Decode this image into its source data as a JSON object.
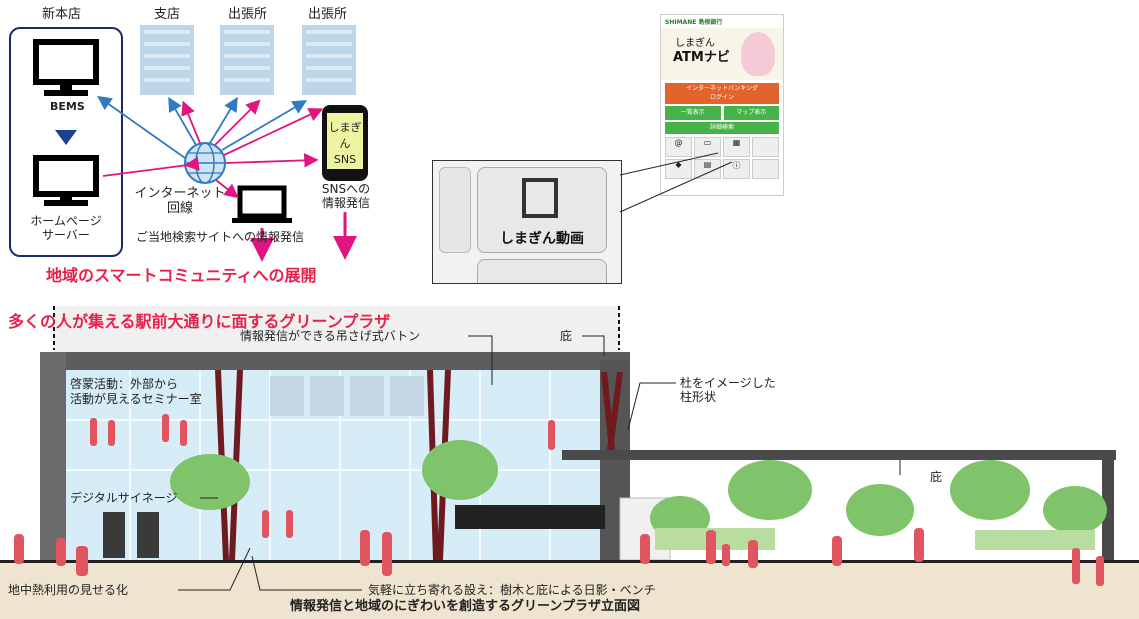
{
  "network": {
    "main_office": "新本店",
    "branch": "支店",
    "outpost1": "出張所",
    "outpost2": "出張所",
    "bems": "BEMS",
    "homepage_server": "ホームページ\nサーバー",
    "internet": "インターネット\n回線",
    "sns_screen": "しまぎん\nSNS",
    "sns_label": "SNSへの\n情報発信",
    "local_search": "ご当地検索サイトへの情報発信",
    "smart_community": "地域のスマートコミュニティへの展開"
  },
  "phone_app": {
    "brand": "SHIMANE 島根銀行",
    "app_title_1": "しまぎん",
    "app_title_2": "ATMナビ",
    "btn_internet_banking": "インターネットバンキング\nログイン",
    "btn_list": "一覧表示",
    "btn_map": "マップ表示",
    "btn_search": "詳細検索",
    "zoom_label": "しまぎん動画"
  },
  "elevation": {
    "heading": "多くの人が集える駅前大通りに面するグリーンプラザ",
    "batten": "情報発信ができる吊さげ式バトン",
    "eaves_top": "庇",
    "pillar": "杜をイメージした\n柱形状",
    "seminar": "啓蒙活動：外部から\n活動が見えるセミナー室",
    "signage": "デジタルサイネージ",
    "eaves_right": "庇",
    "geothermal": "地中熱利用の見せる化",
    "bench": "気軽に立ち寄れる設え：樹木と庇による日影・ベンチ",
    "caption": "情報発信と地域のにぎわいを創造するグリーンプラザ立面図"
  },
  "colors": {
    "accent_red": "#e8204a",
    "magenta_arrow": "#e0157f",
    "blue_arrow": "#2f7bc1",
    "dark_pillar": "#6e1a1e",
    "glass": "#d6ecf7",
    "green_button": "#48b24a",
    "orange_button": "#e2632b",
    "people": "#e0555f"
  }
}
